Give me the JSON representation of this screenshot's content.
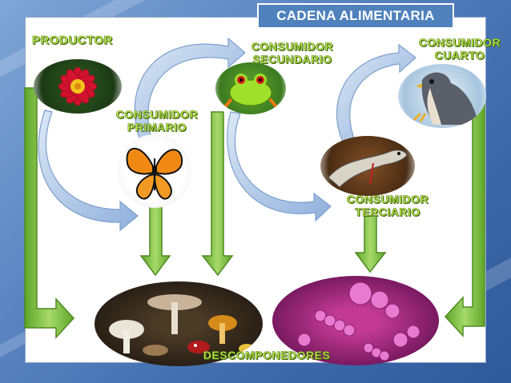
{
  "title": "CADENA ALIMENTARIA",
  "nodes": {
    "productor": {
      "label": "PRODUCTOR",
      "icon": "flower-icon"
    },
    "consumidor_primario": {
      "line1": "CONSUMIDOR",
      "line2": "PRIMARIO",
      "icon": "butterfly-icon"
    },
    "consumidor_secundario": {
      "line1": "CONSUMIDOR",
      "line2": "SECUNDARIO",
      "icon": "frog-icon"
    },
    "consumidor_terciario": {
      "line1": "CONSUMIDOR",
      "line2": "TERCIARIO",
      "icon": "snake-icon"
    },
    "consumidor_cuarto": {
      "line1": "CONSUMIDOR",
      "line2": "CUARTO",
      "icon": "falcon-icon"
    },
    "descomponedores": {
      "label": "DESCOMPONEDORES",
      "icons": [
        "mushrooms-icon",
        "bacteria-icon"
      ]
    }
  },
  "colors": {
    "title_bg": "#4f81bd",
    "label_fill": "#c6ef4d",
    "green_arrow": "#7dc242",
    "curved_arrow": "#a9c4e6"
  }
}
